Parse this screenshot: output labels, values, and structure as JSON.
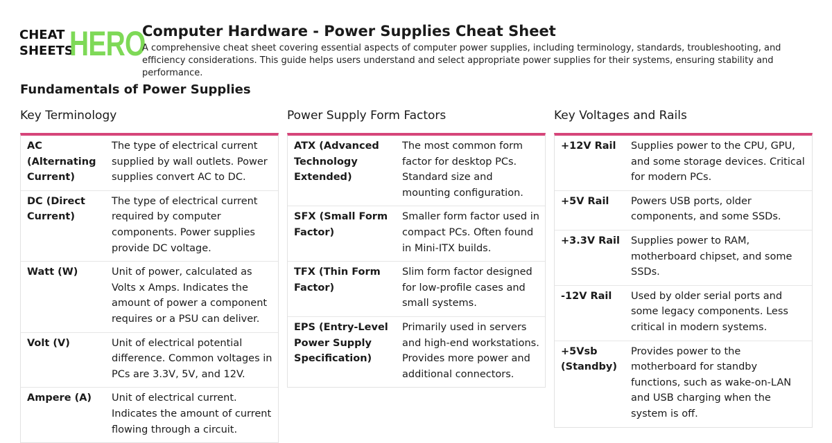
{
  "logo": {
    "line1": "CHEAT",
    "line2": "SHEETS",
    "hero": "HERO"
  },
  "title": "Computer Hardware - Power Supplies Cheat Sheet",
  "description": "A comprehensive cheat sheet covering essential aspects of computer power supplies, including terminology, standards, troubleshooting, and efficiency considerations. This guide helps users understand and select appropriate power supplies for their systems, ensuring stability and performance.",
  "section": "Fundamentals of Power Supplies",
  "accent": "#d6457a",
  "columns": [
    {
      "heading": "Key Terminology",
      "rows": [
        {
          "term": "AC (Alternating Current)",
          "desc": "The type of electrical current supplied by wall outlets. Power supplies convert AC to DC."
        },
        {
          "term": "DC (Direct Current)",
          "desc": "The type of electrical current required by computer components. Power supplies provide DC voltage."
        },
        {
          "term": "Watt (W)",
          "desc": "Unit of power, calculated as Volts x Amps. Indicates the amount of power a component requires or a PSU can deliver."
        },
        {
          "term": "Volt (V)",
          "desc": "Unit of electrical potential difference. Common voltages in PCs are 3.3V, 5V, and 12V."
        },
        {
          "term": "Ampere (A)",
          "desc": "Unit of electrical current. Indicates the amount of current flowing through a circuit."
        }
      ]
    },
    {
      "heading": "Power Supply Form Factors",
      "rows": [
        {
          "term": "ATX (Advanced Technology Extended)",
          "desc": "The most common form factor for desktop PCs. Standard size and mounting configuration."
        },
        {
          "term": "SFX (Small Form Factor)",
          "desc": "Smaller form factor used in compact PCs. Often found in Mini-ITX builds."
        },
        {
          "term": "TFX (Thin Form Factor)",
          "desc": "Slim form factor designed for low-profile cases and small systems."
        },
        {
          "term": "EPS (Entry-Level Power Supply Specification)",
          "desc": "Primarily used in servers and high-end workstations. Provides more power and additional connectors."
        }
      ]
    },
    {
      "heading": "Key Voltages and Rails",
      "rows": [
        {
          "term": "+12V Rail",
          "desc": "Supplies power to the CPU, GPU, and some storage devices. Critical for modern PCs."
        },
        {
          "term": "+5V Rail",
          "desc": "Powers USB ports, older components, and some SSDs."
        },
        {
          "term": "+3.3V Rail",
          "desc": "Supplies power to RAM, motherboard chipset, and some SSDs."
        },
        {
          "term": "-12V Rail",
          "desc": "Used by older serial ports and some legacy components. Less critical in modern systems."
        },
        {
          "term": "+5Vsb (Standby)",
          "desc": "Provides power to the motherboard for standby functions, such as wake-on-LAN and USB charging when the system is off."
        }
      ]
    }
  ]
}
